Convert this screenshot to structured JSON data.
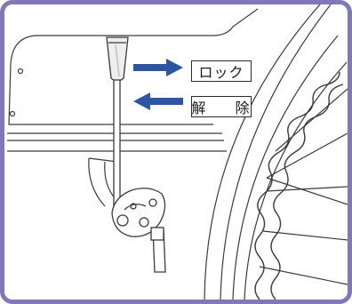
{
  "labels": {
    "lock": "ロック",
    "release": "解 除"
  },
  "colors": {
    "frame_border": "#7f79b8",
    "arrow": "#2d55a0",
    "line_art": "#3a3a3a",
    "background": "#ffffff"
  },
  "arrows": {
    "lock_direction": "right",
    "release_direction": "left"
  },
  "icons": [
    "brake-lever-illustration",
    "wheel-illustration",
    "arrow-right-icon",
    "arrow-left-icon"
  ]
}
